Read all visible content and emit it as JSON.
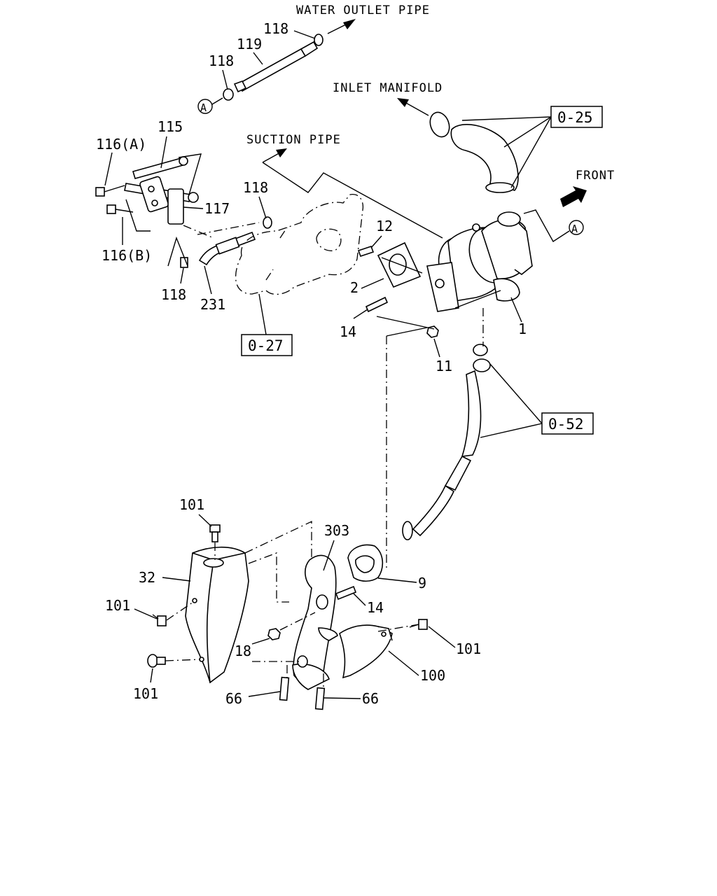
{
  "diagram": {
    "captions": {
      "water_outlet_pipe": "WATER OUTLET PIPE",
      "inlet_manifold": "INLET MANIFOLD",
      "suction_pipe": "SUCTION PIPE",
      "front": "FRONT"
    },
    "callout_circle": "A",
    "ref_boxes": {
      "r025": "0-25",
      "r027": "0-27",
      "r052": "0-52"
    },
    "part_numbers": {
      "p118_top": "118",
      "p119": "119",
      "p118_mid": "118",
      "p115": "115",
      "p116a": "116(A)",
      "p117": "117",
      "p116b": "116(B)",
      "p118_left": "118",
      "p231": "231",
      "p118_suct": "118",
      "p12": "12",
      "p2": "2",
      "p14_upper": "14",
      "p11": "11",
      "p1": "1",
      "p101_top": "101",
      "p303": "303",
      "p32": "32",
      "p9": "9",
      "p101_left": "101",
      "p14_lower": "14",
      "p101_right": "101",
      "p18": "18",
      "p100": "100",
      "p101_bottom": "101",
      "p66_left": "66",
      "p66_right": "66"
    }
  }
}
